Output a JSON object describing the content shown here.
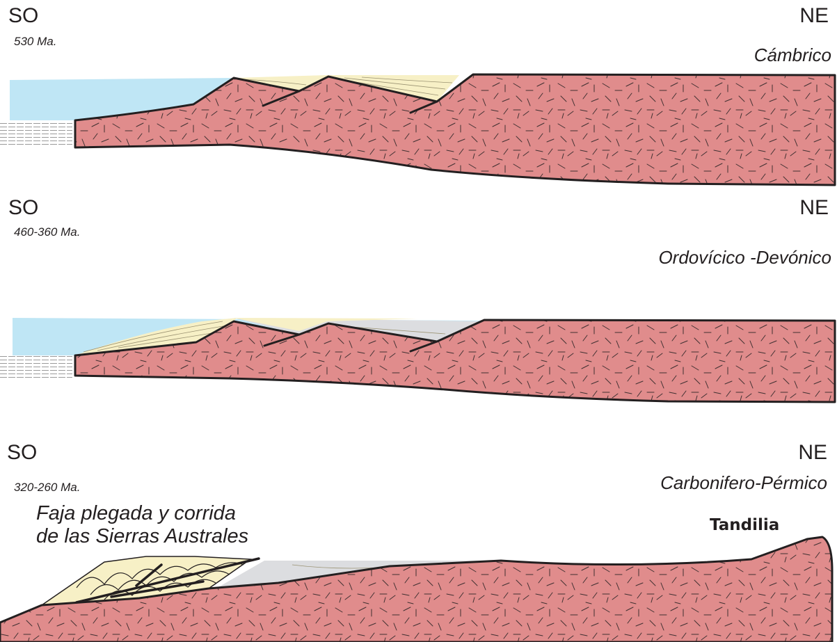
{
  "panels": [
    {
      "left_label": "SO",
      "right_label": "NE",
      "age": "530 Ma.",
      "period": "Cámbrico"
    },
    {
      "left_label": "SO",
      "right_label": "NE",
      "age": "460-360 Ma.",
      "period": "Ordovícico -Devónico"
    },
    {
      "left_label": "SO",
      "right_label": "NE",
      "age": "320-260 Ma.",
      "period": "Carbonifero-Pérmico",
      "belt_label_line1": "Faja plegada y corrida",
      "belt_label_line2": "de las Sierras Australes",
      "locality": "Tandilia"
    }
  ],
  "colors": {
    "basement": "#e08c8c",
    "sea": "#bfe6f5",
    "sediment": "#f7f0c6",
    "gray_sediment": "#dcdde0",
    "outline": "#231f20"
  }
}
